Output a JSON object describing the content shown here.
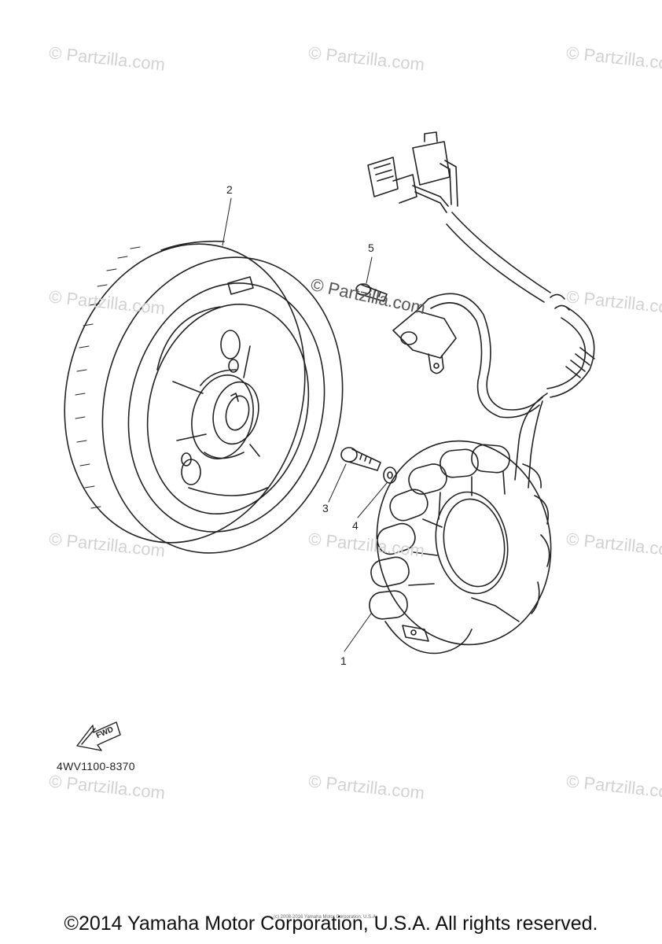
{
  "watermark": {
    "text": "© Partzilla.com"
  },
  "callouts": {
    "c1": "1",
    "c2": "2",
    "c3": "3",
    "c4": "4",
    "c5": "5"
  },
  "fwd_label": "FWD",
  "part_code": "4WV1100-8370",
  "fine_print": "(c) 2008-2016 Yamaha Motor Corporation, U.S.A.",
  "copyright": "©2014 Yamaha Motor Corporation, U.S.A. All rights reserved."
}
